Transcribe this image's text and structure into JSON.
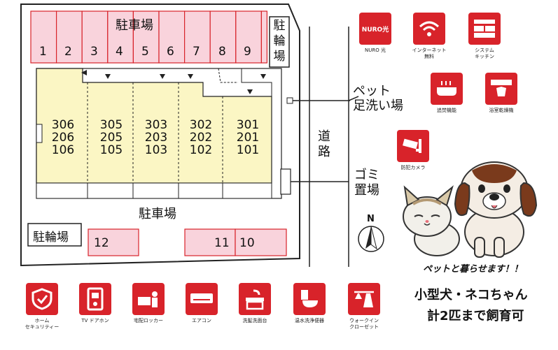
{
  "map": {
    "parking_top_label": "駐車場",
    "parking_top_slots": [
      "1",
      "2",
      "3",
      "4",
      "5",
      "6",
      "7",
      "8",
      "9"
    ],
    "bike_top_label": "駐\n輪\n場",
    "units": [
      {
        "top": "306",
        "mid": "206",
        "bot": "106"
      },
      {
        "top": "305",
        "mid": "205",
        "bot": "105"
      },
      {
        "top": "303",
        "mid": "203",
        "bot": "103"
      },
      {
        "top": "302",
        "mid": "202",
        "bot": "102"
      },
      {
        "top": "301",
        "mid": "201",
        "bot": "101"
      }
    ],
    "parking_bottom_label": "駐車場",
    "bike_bottom_label": "駐輪場",
    "parking_bottom_slots": [
      "12",
      "11",
      "10"
    ],
    "road_label": "道\n路",
    "pet_wash_label": "ペット\n足洗い場",
    "garbage_label": "ゴミ\n置場",
    "north_label": "N"
  },
  "features_top": [
    {
      "icon": "nuro-icon",
      "label": "NURO 光",
      "badge": "NURO光"
    },
    {
      "icon": "wifi-icon",
      "label": "インターネット\n無料"
    },
    {
      "icon": "kitchen-icon",
      "label": "システム\nキッチン"
    },
    {
      "icon": "bath-icon",
      "label": "追焚機能"
    },
    {
      "icon": "dryer-icon",
      "label": "浴室乾燥機"
    },
    {
      "icon": "camera-icon",
      "label": "防犯カメラ"
    }
  ],
  "features_bottom": [
    {
      "icon": "home-security-icon",
      "label": "ホーム\nセキュリティー"
    },
    {
      "icon": "intercom-icon",
      "label": "TV ドアホン"
    },
    {
      "icon": "delivery-locker-icon",
      "label": "宅配ロッカー"
    },
    {
      "icon": "aircon-icon",
      "label": "エアコン"
    },
    {
      "icon": "wash-basin-icon",
      "label": "洗髪洗面台"
    },
    {
      "icon": "toilet-icon",
      "label": "温水洗浄便器"
    },
    {
      "icon": "closet-icon",
      "label": "ウォークイン\nクローゼット"
    }
  ],
  "pet": {
    "slogan": "ペットと暮らせます！！",
    "line1": "小型犬・ネコちゃん",
    "line2": "計2匹まで飼育可"
  },
  "colors": {
    "accent": "#d8232a",
    "parking": "#f9d3dc",
    "building": "#fbf6c4"
  }
}
